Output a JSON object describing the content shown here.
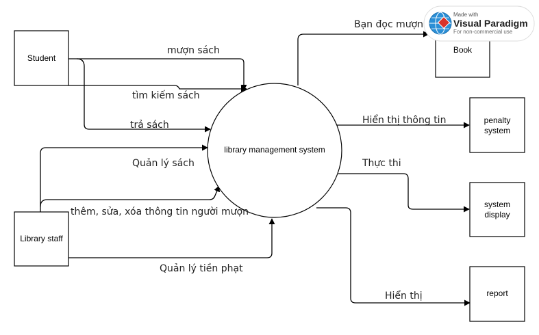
{
  "nodes": {
    "student": "Student",
    "library_staff": "Library staff",
    "process": "library management system",
    "book": "Book",
    "penalty_line1": "penalty",
    "penalty_line2": "system",
    "display_line1": "system",
    "display_line2": "display",
    "report": "report"
  },
  "flows": {
    "muon_sach": "mượn sách",
    "tim_kiem_sach": "tìm kiếm sách",
    "tra_sach": "trả sách",
    "quan_ly_sach": "Quản lý sách",
    "them_sua_xoa": "thêm, sửa, xóa thông tin người mượn",
    "quan_ly_tien_phat": "Quản lý tiền phạt",
    "ban_doc_muon": "Bạn đọc mượn",
    "hien_thi_thong_tin": "Hiển thị thông tin",
    "thuc_thi": "Thực thi",
    "hien_thi": "Hiển thị"
  },
  "watermark": {
    "line1": "Made with",
    "line2": "Visual Paradigm",
    "line3": "For non-commercial use"
  }
}
